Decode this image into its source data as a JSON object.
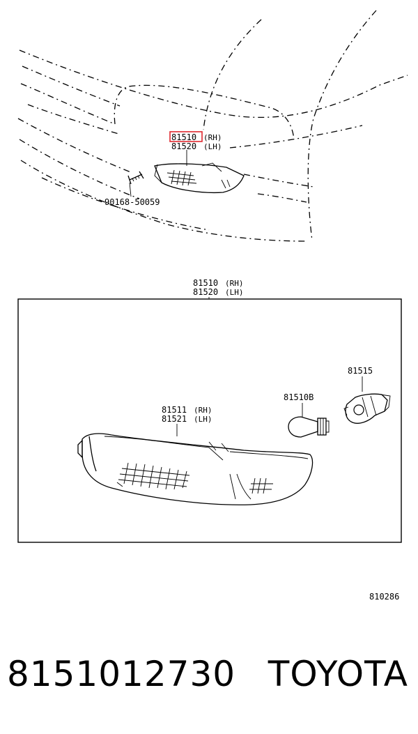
{
  "diagram": {
    "top_labels": {
      "main_rh": "81510",
      "main_rh_side": "(RH)",
      "main_lh": "81520",
      "main_lh_side": "(LH)",
      "screw": "90168-50059"
    },
    "detail_labels": {
      "assy_rh": "81510",
      "assy_rh_side": "(RH)",
      "assy_lh": "81520",
      "assy_lh_side": "(LH)",
      "lens_rh": "81511",
      "lens_rh_side": "(RH)",
      "lens_lh": "81521",
      "lens_lh_side": "(LH)",
      "bulb": "81510B",
      "socket": "81515"
    },
    "figure_code": "810286",
    "highlight_color": "#e0282e"
  },
  "caption": {
    "part_number": "8151012730",
    "brand": "TOYOTA"
  }
}
